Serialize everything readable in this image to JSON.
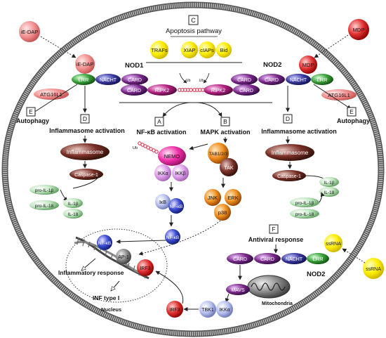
{
  "labels": {
    "ie_dap_out": "iE-DAP",
    "ie_dap_in": "iE-DAP",
    "mdp_out": "MDP",
    "mdp_in": "MDP",
    "ssrna_out": "ssRNA",
    "ssrna_in": "ssRNA",
    "nod1": "NOD1",
    "nod2": "NOD2",
    "nod2_antiviral": "NOD2",
    "lrr": "LRR",
    "nacht": "NACHT",
    "card": "CARD",
    "ripk2": "RIPK2",
    "ub": "Ub",
    "atg16l1": "ATG16L1",
    "autophagy": "Autophagy",
    "inflammasome_activation": "Inflammasome activation",
    "inflammasome": "Inflammasome",
    "caspase1": "Caspase-1",
    "pro_il1b": "pro-IL-1β",
    "pro_il18": "pro-IL-18",
    "il1b": "IL-1β",
    "il18": "IL-18",
    "apoptosis_pathway": "Apoptosis pathway",
    "trafs": "TRAFs",
    "xiap": "XIAP",
    "ciaps": "cIAPs",
    "bid": "Bid",
    "nfkb_activation": "NF-κB activation",
    "mapk_activation": "MAPK activation",
    "nemo": "NEMO",
    "ikka": "IKKα",
    "ikkb": "IKKβ",
    "ikb": "IκB",
    "nfkb": "NF-κB",
    "tab": "TAB1/2/3",
    "tak": "TAK",
    "jnk": "JNK",
    "erk": "ERK",
    "p38": "p38",
    "ap1": "AP-1",
    "irf3": "IRF3",
    "inflammatory_response": "Inflammatory response",
    "inf_type1": "INF type I",
    "nucleus": "Nucleus",
    "antiviral_response": "Antiviral response",
    "mavs": "MAVS",
    "mitochondria": "Mitochondria",
    "tbk1": "TBK1",
    "box_a": "A",
    "box_b": "B",
    "box_c": "C",
    "box_d": "D",
    "box_e": "E",
    "box_f": "F"
  },
  "colors": {
    "lrr": "#2a8a2a",
    "nacht": "#2a2a8a",
    "card": "#6a1a7a",
    "ripk2": "#a02070",
    "ie_dap": "#e86060",
    "mdp": "#d81010",
    "atg16l1": "#f08080",
    "inflammasome": "#6a2a22",
    "yellow": "#ffe800",
    "nemo": "#e81890",
    "orange": "#f08a10",
    "blue": "#3344cc",
    "green": "#2a8a2a",
    "grey": "#7a7a7a",
    "irf3": "#d82020"
  }
}
